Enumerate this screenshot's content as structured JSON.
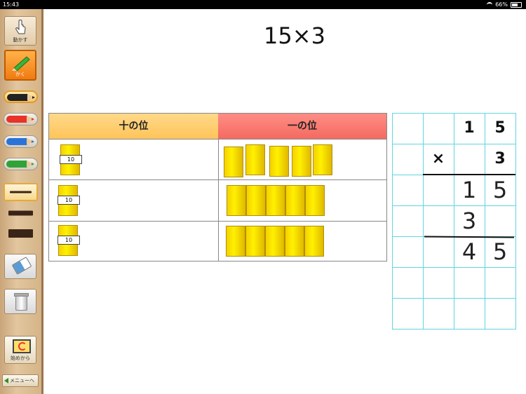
{
  "status": {
    "time": "15:43",
    "battery": "66%"
  },
  "sidebar": {
    "move_label": "動かす",
    "draw_label": "かく",
    "pencil_colors": [
      "#222222",
      "#e8322a",
      "#2a73d8",
      "#2fa33a"
    ],
    "restart_label": "始めから",
    "menu_label": "メニューへ"
  },
  "problem": {
    "text": "15×3"
  },
  "place_value": {
    "tens_header": "十の位",
    "ones_header": "一の位",
    "block_label": "10",
    "rows": [
      {
        "tens": 1,
        "ones": 5
      },
      {
        "tens": 1,
        "ones": 5
      },
      {
        "tens": 1,
        "ones": 5
      }
    ]
  },
  "calc": {
    "row1": [
      "",
      "",
      "1",
      "5"
    ],
    "row2": [
      "",
      "×",
      "",
      "3"
    ],
    "partial1": [
      "",
      "",
      "1",
      "5"
    ],
    "partial2": [
      "",
      "",
      "3",
      ""
    ],
    "result": [
      "",
      "",
      "4",
      "5"
    ]
  }
}
